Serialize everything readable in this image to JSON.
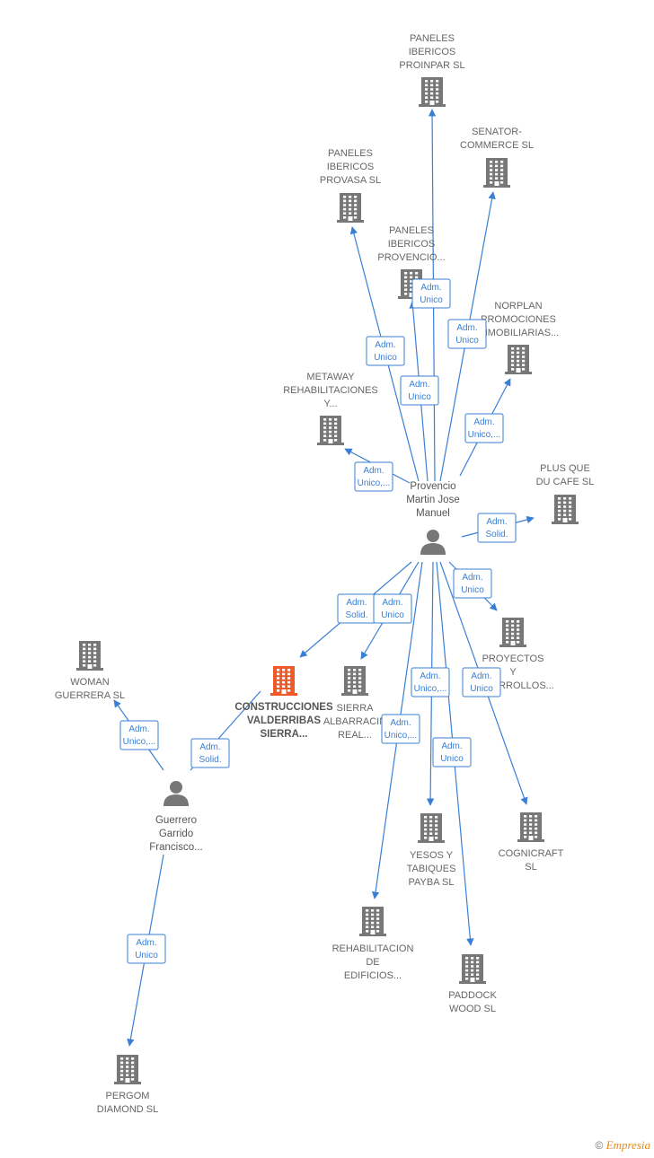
{
  "colors": {
    "edge": "#3a7fd5",
    "company": "#777777",
    "main_company": "#f05a28",
    "person": "#777777"
  },
  "nodes": [
    {
      "id": "proinpar",
      "type": "company",
      "icon": "building-icon",
      "label": [
        "PANELES",
        "IBERICOS",
        "PROINPAR  SL"
      ]
    },
    {
      "id": "senator",
      "type": "company",
      "icon": "building-icon",
      "label": [
        "SENATOR-",
        "COMMERCE SL"
      ]
    },
    {
      "id": "provasa",
      "type": "company",
      "icon": "building-icon",
      "label": [
        "PANELES",
        "IBERICOS",
        "PROVASA  SL"
      ]
    },
    {
      "id": "provencio_co",
      "type": "company",
      "icon": "building-icon",
      "label": [
        "PANELES",
        "IBERICOS",
        "PROVENCIO..."
      ]
    },
    {
      "id": "norplan",
      "type": "company",
      "icon": "building-icon",
      "label": [
        "NORPLAN",
        "PROMOCIONES",
        "INMOBILIARIAS..."
      ]
    },
    {
      "id": "metaway",
      "type": "company",
      "icon": "building-icon",
      "label": [
        "METAWAY",
        "REHABILITACIONES",
        "Y..."
      ]
    },
    {
      "id": "plusque",
      "type": "company",
      "icon": "building-icon",
      "label": [
        "PLUS QUE",
        "DU CAFE  SL"
      ]
    },
    {
      "id": "provencio_p",
      "type": "person",
      "icon": "person-icon",
      "label": [
        "Provencio",
        "Martin Jose",
        "Manuel"
      ]
    },
    {
      "id": "proyectos",
      "type": "company",
      "icon": "building-icon",
      "label": [
        "PROYECTOS",
        "Y",
        "DESARROLLOS..."
      ]
    },
    {
      "id": "woman",
      "type": "company",
      "icon": "building-icon",
      "label": [
        "WOMAN",
        "GUERRERA  SL"
      ]
    },
    {
      "id": "construcciones",
      "type": "main",
      "icon": "building-icon",
      "label": [
        "CONSTRUCCIONES",
        "VALDERRIBAS",
        "SIERRA..."
      ]
    },
    {
      "id": "sierra",
      "type": "company",
      "icon": "building-icon",
      "label": [
        "SIERRA",
        "ALBARRACIN",
        "REAL..."
      ]
    },
    {
      "id": "guerrero",
      "type": "person",
      "icon": "person-icon",
      "label": [
        "Guerrero",
        "Garrido",
        "Francisco..."
      ]
    },
    {
      "id": "yesos",
      "type": "company",
      "icon": "building-icon",
      "label": [
        "YESOS Y",
        "TABIQUES",
        "PAYBA SL"
      ]
    },
    {
      "id": "cognicraft",
      "type": "company",
      "icon": "building-icon",
      "label": [
        "COGNICRAFT",
        "SL"
      ]
    },
    {
      "id": "rehab",
      "type": "company",
      "icon": "building-icon",
      "label": [
        "REHABILITACION",
        "DE",
        "EDIFICIOS..."
      ]
    },
    {
      "id": "paddock",
      "type": "company",
      "icon": "building-icon",
      "label": [
        "PADDOCK",
        "WOOD SL"
      ]
    },
    {
      "id": "pergom",
      "type": "company",
      "icon": "building-icon",
      "label": [
        "PERGOM",
        "DIAMOND  SL"
      ]
    }
  ],
  "edges": [
    {
      "from": "provencio_p",
      "to": "proinpar",
      "label": [
        "Adm.",
        "Unico"
      ]
    },
    {
      "from": "provencio_p",
      "to": "senator",
      "label": [
        "Adm.",
        "Unico"
      ]
    },
    {
      "from": "provencio_p",
      "to": "provasa",
      "label": [
        "Adm.",
        "Unico"
      ]
    },
    {
      "from": "provencio_p",
      "to": "provencio_co",
      "label": [
        "Adm.",
        "Unico"
      ]
    },
    {
      "from": "provencio_p",
      "to": "norplan",
      "label": [
        "Adm.",
        "Unico,..."
      ]
    },
    {
      "from": "provencio_p",
      "to": "metaway",
      "label": [
        "Adm.",
        "Unico,..."
      ]
    },
    {
      "from": "provencio_p",
      "to": "plusque",
      "label": [
        "Adm.",
        "Solid."
      ]
    },
    {
      "from": "provencio_p",
      "to": "proyectos",
      "label": [
        "Adm.",
        "Unico"
      ]
    },
    {
      "from": "provencio_p",
      "to": "construcciones",
      "label": [
        "Adm.",
        "Solid."
      ]
    },
    {
      "from": "provencio_p",
      "to": "sierra",
      "label": [
        "Adm.",
        "Unico"
      ]
    },
    {
      "from": "provencio_p",
      "to": "yesos",
      "label": [
        "Adm.",
        "Unico,..."
      ]
    },
    {
      "from": "provencio_p",
      "to": "cognicraft",
      "label": [
        "Adm.",
        "Unico"
      ]
    },
    {
      "from": "provencio_p",
      "to": "rehab",
      "label": [
        "Adm.",
        "Unico,..."
      ]
    },
    {
      "from": "provencio_p",
      "to": "paddock",
      "label": [
        "Adm.",
        "Unico"
      ]
    },
    {
      "from": "guerrero",
      "to": "woman",
      "label": [
        "Adm.",
        "Unico,..."
      ]
    },
    {
      "from": "guerrero",
      "to": "construcciones",
      "label": [
        "Adm.",
        "Solid."
      ]
    },
    {
      "from": "guerrero",
      "to": "pergom",
      "label": [
        "Adm.",
        "Unico"
      ]
    }
  ],
  "footer": {
    "copyright": "©",
    "brand": "Empresia"
  }
}
